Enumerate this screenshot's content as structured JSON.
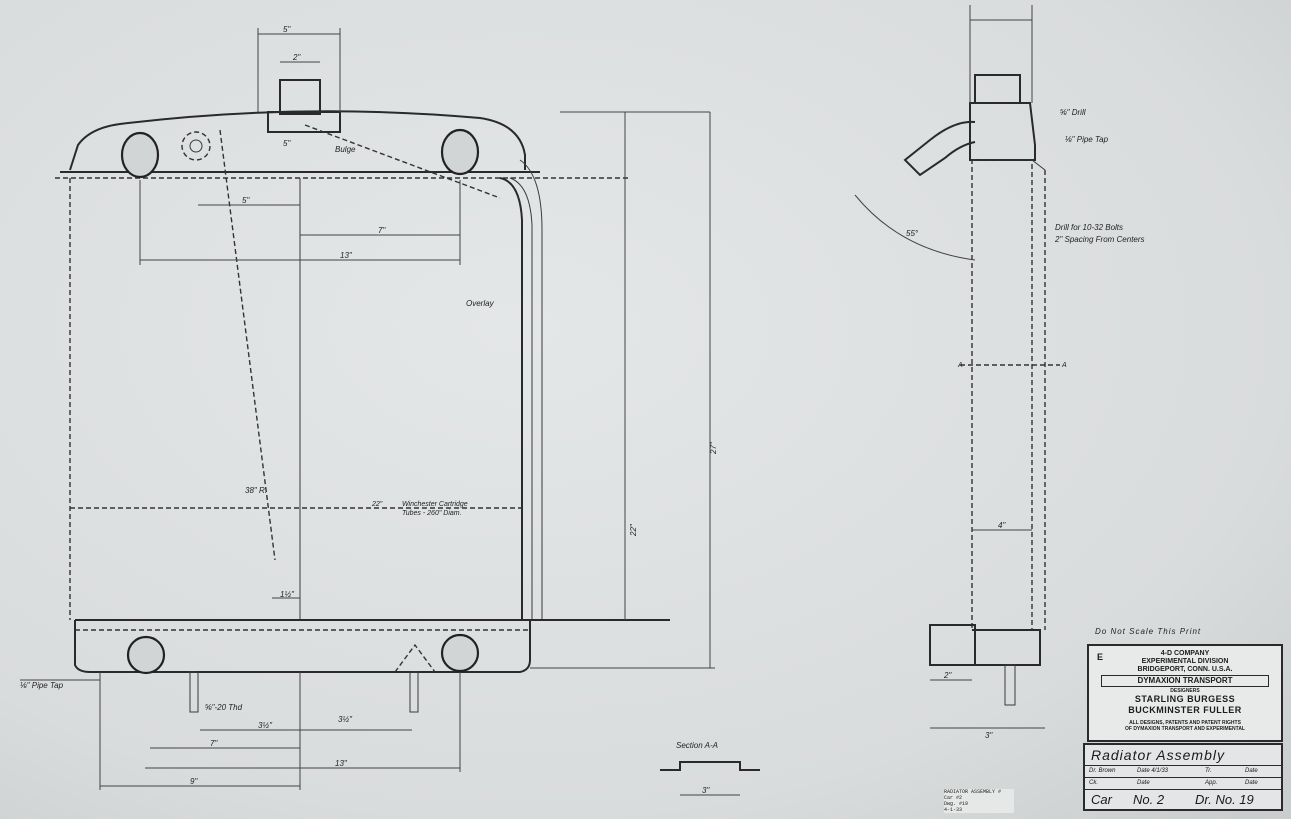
{
  "notes": {
    "do_not_scale": "Do Not Scale This Print",
    "overlay": "Overlay",
    "drill_bolts_1": "Drill for 10-32 Bolts",
    "drill_bolts_2": "2\" Spacing From Centers",
    "winchester_1": "Winchester Cartridge",
    "winchester_2": "Tubes - 260\" Diam.",
    "section_aa": "Section A-A",
    "pipe_tap": "⅛\" Pipe Tap",
    "tap_20": "⅝\"-20 Thd",
    "drill": "⅝\" Drill",
    "pipe_tap_right": "⅛\" Pipe Tap",
    "radius": "38\" R.",
    "angle": "55°",
    "bulge": "Bulge"
  },
  "dimensions": {
    "top_5": "5\"",
    "top_2": "2\"",
    "d_5_mid": "5\"",
    "d_5_left": "5\"",
    "d_7": "7\"",
    "d_13": "13\"",
    "d_22": "22\"",
    "d_27": "27\"",
    "d_22v": "22\"",
    "d_1_5": "1½\"",
    "bot_3_5a": "3½\"",
    "bot_3_5b": "3½\"",
    "bot_7": "7\"",
    "bot_13": "13\"",
    "bot_9": "9\"",
    "sec_3": "3\"",
    "side_4": "4\"",
    "side_3": "3\"",
    "side_2": "2\"",
    "side_a1": "A",
    "side_a2": "A"
  },
  "title_block": {
    "logo": "E",
    "line1": "4-D COMPANY",
    "line2": "EXPERIMENTAL DIVISION",
    "line3": "BRIDGEPORT, CONN. U.S.A.",
    "product": "DYMAXION TRANSPORT",
    "designer_label": "DESIGNERS",
    "name1": "STARLING BURGESS",
    "name2": "BUCKMINSTER FULLER",
    "fine1": "ALL DESIGNS, PATENTS AND PATENT RIGHTS",
    "fine2": "OF DYMAXION TRANSPORT AND EXPERIMENTAL"
  },
  "assembly": {
    "title": "Radiator Assembly",
    "row1_a": "Dr. Brown",
    "row1_b": "Date 4/1/33",
    "row1_c": "Tr.",
    "row1_d": "Date",
    "row2_a": "Ck.",
    "row2_b": "Date",
    "row2_c": "App.",
    "row2_d": "Date",
    "car_label": "Car",
    "car_no": "No. 2",
    "dwg_no": "Dr. No. 19"
  },
  "attached_note": {
    "line1": "RADIATOR ASSEMBLY #",
    "line2": "Car #2",
    "line3": "Dwg. #19",
    "line4": "4-1-33"
  }
}
